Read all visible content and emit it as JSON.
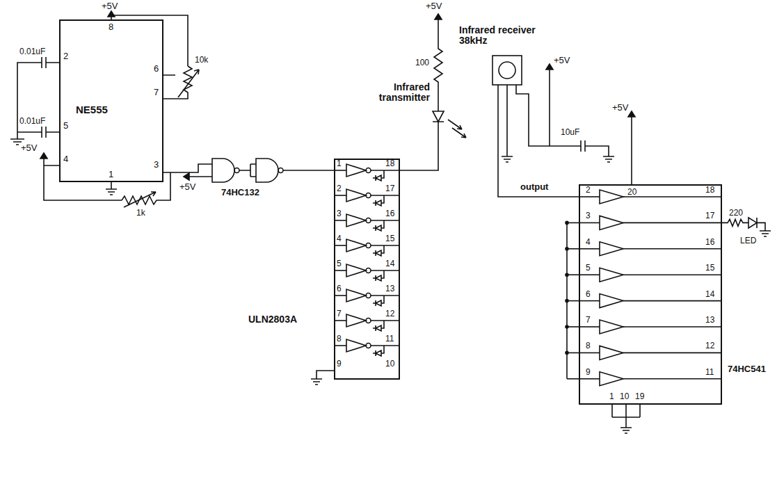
{
  "diagram": {
    "nodes": [
      {
        "text": [
          "NE555"
        ]
      },
      {
        "text": [
          "ULN2803A"
        ]
      },
      {
        "text": [
          "74HC541"
        ]
      }
    ],
    "labels": [
      "+5V",
      "0.01uF",
      "0.01uF",
      "8",
      "2",
      "6",
      "7",
      "5",
      "4",
      "1",
      "3",
      "10k",
      "+5V",
      "1k",
      "+5V",
      "74HC132",
      "+5V",
      "100",
      "Infrared transmitter",
      "Infrared receiver 38kHz",
      "+5V",
      "10uF",
      "output",
      "+5V",
      "20",
      "2",
      "3",
      "4",
      "5",
      "6",
      "7",
      "8",
      "9",
      "18",
      "17",
      "16",
      "15",
      "14",
      "13",
      "12",
      "11",
      "1",
      "10",
      "19",
      "220",
      "LED",
      "1",
      "2",
      "3",
      "4",
      "5",
      "6",
      "7",
      "8",
      "9",
      "18",
      "17",
      "16",
      "15",
      "14",
      "13",
      "12",
      "11",
      "10"
    ]
  }
}
